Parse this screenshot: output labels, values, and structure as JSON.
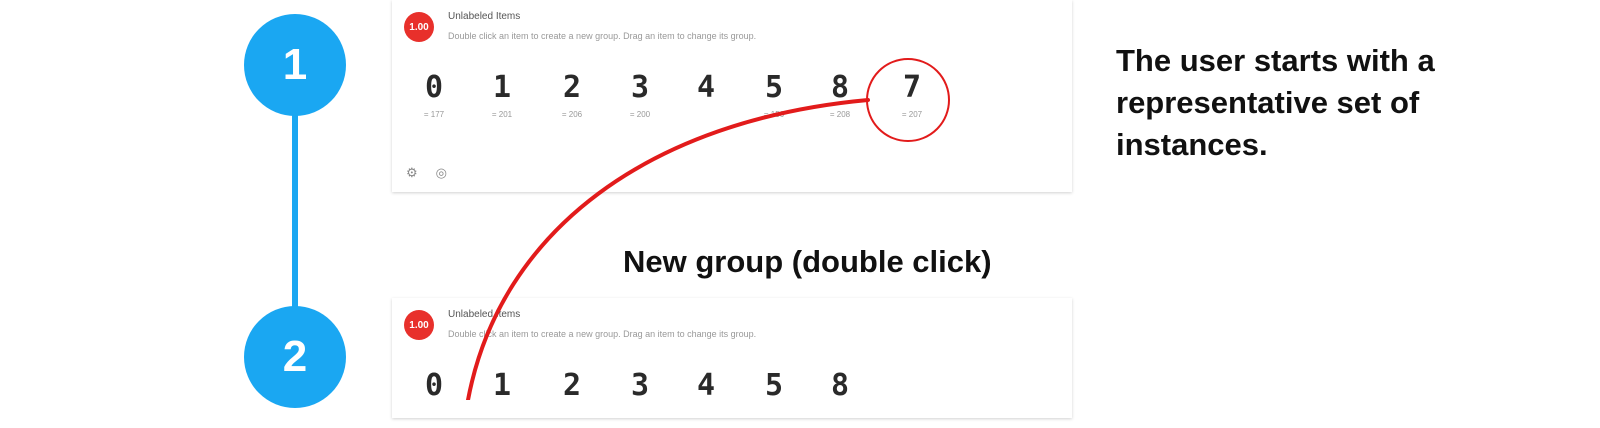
{
  "steps": [
    {
      "number": "1",
      "caption": "The user starts with a representative set of instances."
    },
    {
      "number": "2"
    }
  ],
  "action_label": "New group (double click)",
  "panel": {
    "badge": "1.00",
    "title": "Unlabeled Items",
    "hint": "Double click an item to create a new group. Drag an item to change its group.",
    "tools": [
      {
        "icon": "settings-icon",
        "glyph": "⚙"
      },
      {
        "icon": "target-icon",
        "glyph": "◎"
      }
    ]
  },
  "panel1_items": [
    {
      "digit": "0",
      "count": "= 177"
    },
    {
      "digit": "1",
      "count": "= 201"
    },
    {
      "digit": "2",
      "count": "= 206"
    },
    {
      "digit": "3",
      "count": "= 200"
    },
    {
      "digit": "4",
      "count": ""
    },
    {
      "digit": "5",
      "count": "= 156"
    },
    {
      "digit": "8",
      "count": "= 208"
    },
    {
      "digit": "7",
      "count": "= 207"
    }
  ],
  "panel2_items": [
    {
      "digit": "0"
    },
    {
      "digit": "1"
    },
    {
      "digit": "2"
    },
    {
      "digit": "3"
    },
    {
      "digit": "4"
    },
    {
      "digit": "5"
    },
    {
      "digit": "8"
    }
  ],
  "colors": {
    "step_blue": "#1aa7f2",
    "highlight_red": "#e21b1b",
    "badge_red": "#e8302b"
  }
}
